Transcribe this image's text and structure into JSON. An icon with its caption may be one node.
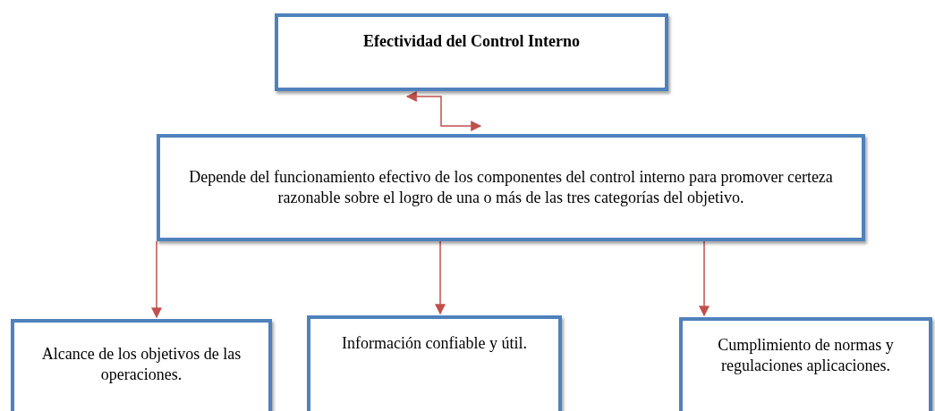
{
  "diagram": {
    "nodes": [
      {
        "text": [
          "Efectividad del Control Interno"
        ]
      },
      {
        "text": [
          "Depende del funcionamiento efectivo de los componentes del control interno para promover certeza razonable sobre el logro de una o más de las tres categorías del objetivo."
        ]
      },
      {
        "text": [
          "Alcance de los objetivos de las operaciones."
        ]
      },
      {
        "text": [
          "Información confiable y útil."
        ]
      },
      {
        "text": [
          "Cumplimiento de normas y regulaciones aplicaciones."
        ]
      }
    ],
    "edges": [
      {
        "from": 0,
        "to": 1,
        "arrow": "both"
      },
      {
        "from": 1,
        "to": 2,
        "arrow": "to"
      },
      {
        "from": 1,
        "to": 3,
        "arrow": "to"
      },
      {
        "from": 1,
        "to": 4,
        "arrow": "to"
      }
    ]
  }
}
